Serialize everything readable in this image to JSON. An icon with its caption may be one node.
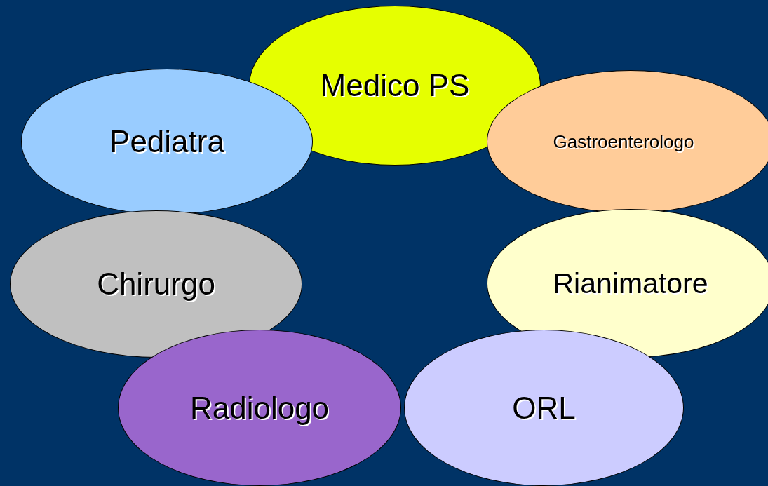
{
  "diagram": {
    "nodes": [
      {
        "text": [
          "Medico PS"
        ]
      },
      {
        "text": [
          "Pediatra"
        ]
      },
      {
        "text": [
          "Gastroenterologo"
        ]
      },
      {
        "text": [
          "Chirurgo"
        ]
      },
      {
        "text": [
          "Rianimatore"
        ]
      },
      {
        "text": [
          "Radiologo"
        ]
      },
      {
        "text": [
          "ORL"
        ]
      }
    ]
  }
}
